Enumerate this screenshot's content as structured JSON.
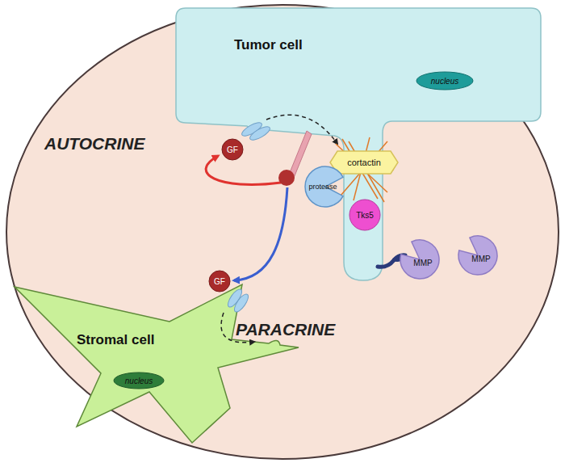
{
  "diagram": {
    "nodes": [
      {
        "text": [
          "Tumor cell"
        ]
      },
      {
        "text": [
          "nucleus"
        ],
        "in": 0
      },
      {
        "text": [
          "cortactin"
        ],
        "in": 0
      },
      {
        "text": [
          "Tks5"
        ],
        "in": 0
      },
      {
        "text": [
          "protease"
        ]
      },
      {
        "text": [
          "GF"
        ]
      },
      {
        "text": [
          "MMP"
        ]
      },
      {
        "text": [
          "MMP"
        ]
      },
      {
        "text": [
          "Stromal cell"
        ]
      },
      {
        "text": [
          "nucleus"
        ],
        "in": 8
      },
      {
        "text": [
          "GF"
        ]
      }
    ],
    "labels": [
      "AUTOCRINE",
      "PARACRINE"
    ]
  }
}
